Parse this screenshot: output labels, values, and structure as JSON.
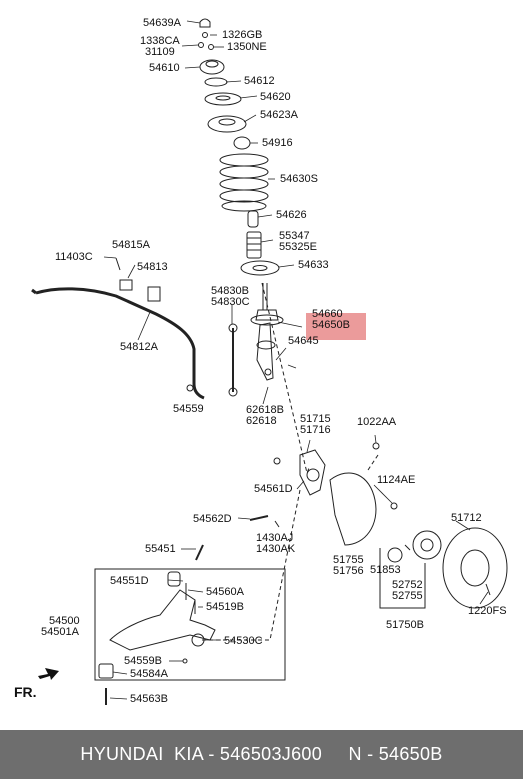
{
  "callouts": {
    "p54639A": "54639A",
    "p1326GB": "1326GB",
    "p1338CA": "1338CA",
    "p31109": "31109",
    "p1350NE": "1350NE",
    "p54610": "54610",
    "p54612": "54612",
    "p54620": "54620",
    "p54623A": "54623A",
    "p54916": "54916",
    "p54630S": "54630S",
    "p54626": "54626",
    "p55347": "55347",
    "p55325E": "55325E",
    "p54633": "54633",
    "p54815A": "54815A",
    "p11403C": "11403C",
    "p54813": "54813",
    "p54812A": "54812A",
    "p54830B": "54830B",
    "p54830C": "54830C",
    "p54660": "54660",
    "p54650B": "54650B",
    "p54645": "54645",
    "p54559": "54559",
    "p62618B": "62618B",
    "p62618": "62618",
    "p51715": "51715",
    "p51716": "51716",
    "p1022AA": "1022AA",
    "p54561D": "54561D",
    "p1124AE": "1124AE",
    "p54562D": "54562D",
    "p1430AJ": "1430AJ",
    "p1430AK": "1430AK",
    "p51712": "51712",
    "p55451": "55451",
    "p51755": "51755",
    "p51756": "51756",
    "p51853": "51853",
    "p52752": "52752",
    "p52755": "52755",
    "p54551D": "54551D",
    "p54560A": "54560A",
    "p54519B": "54519B",
    "p54500": "54500",
    "p54501A": "54501A",
    "p54530C": "54530C",
    "p1220FS": "1220FS",
    "p51750B": "51750B",
    "p54559B": "54559B",
    "p54584A": "54584A",
    "p54563B": "54563B"
  },
  "fr_label": "FR.",
  "footer": "HYUNDAI  KIA - 546503J600     N - 54650B",
  "colors": {
    "highlight": "#e88a8a",
    "footer_bg": "#6e6e6e",
    "line": "#222222"
  }
}
